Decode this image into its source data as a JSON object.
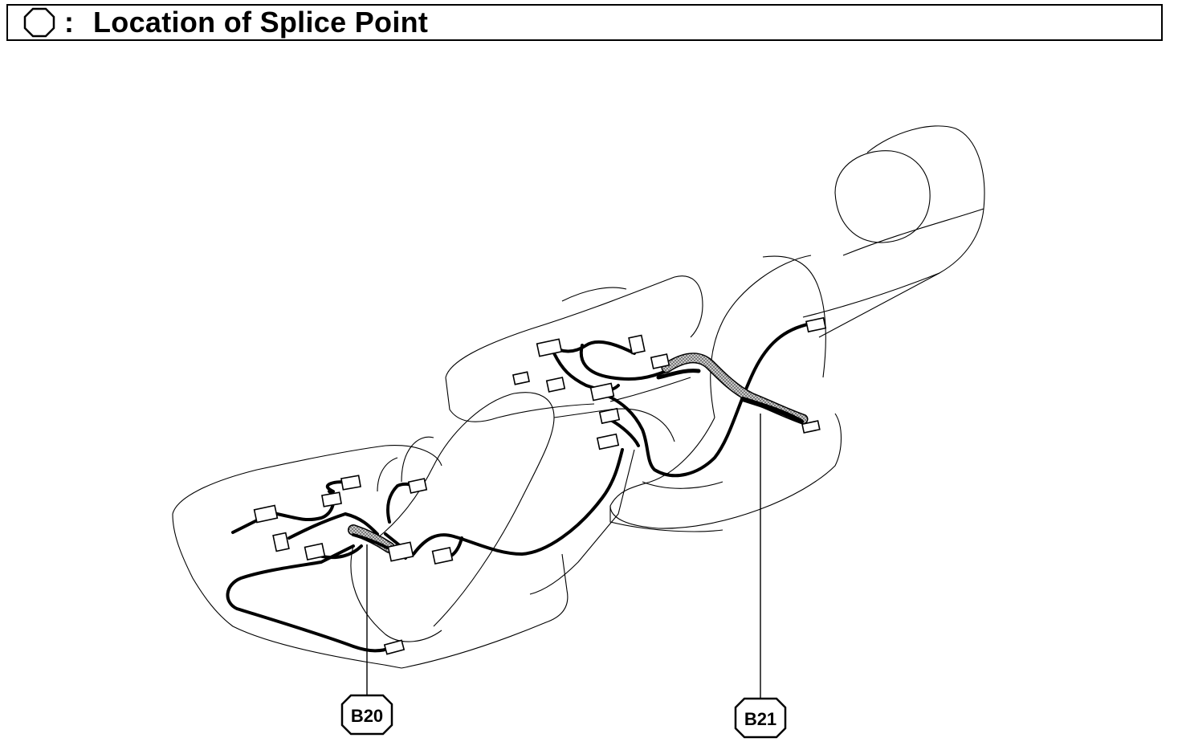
{
  "header": {
    "title": "Location of Splice Point",
    "separator": ":",
    "symbol_icon": "octagon-icon"
  },
  "splices": [
    {
      "id": "B20"
    },
    {
      "id": "B21"
    }
  ],
  "colors": {
    "line": "#000000",
    "shading": "#9a9a9a",
    "background": "#ffffff"
  }
}
